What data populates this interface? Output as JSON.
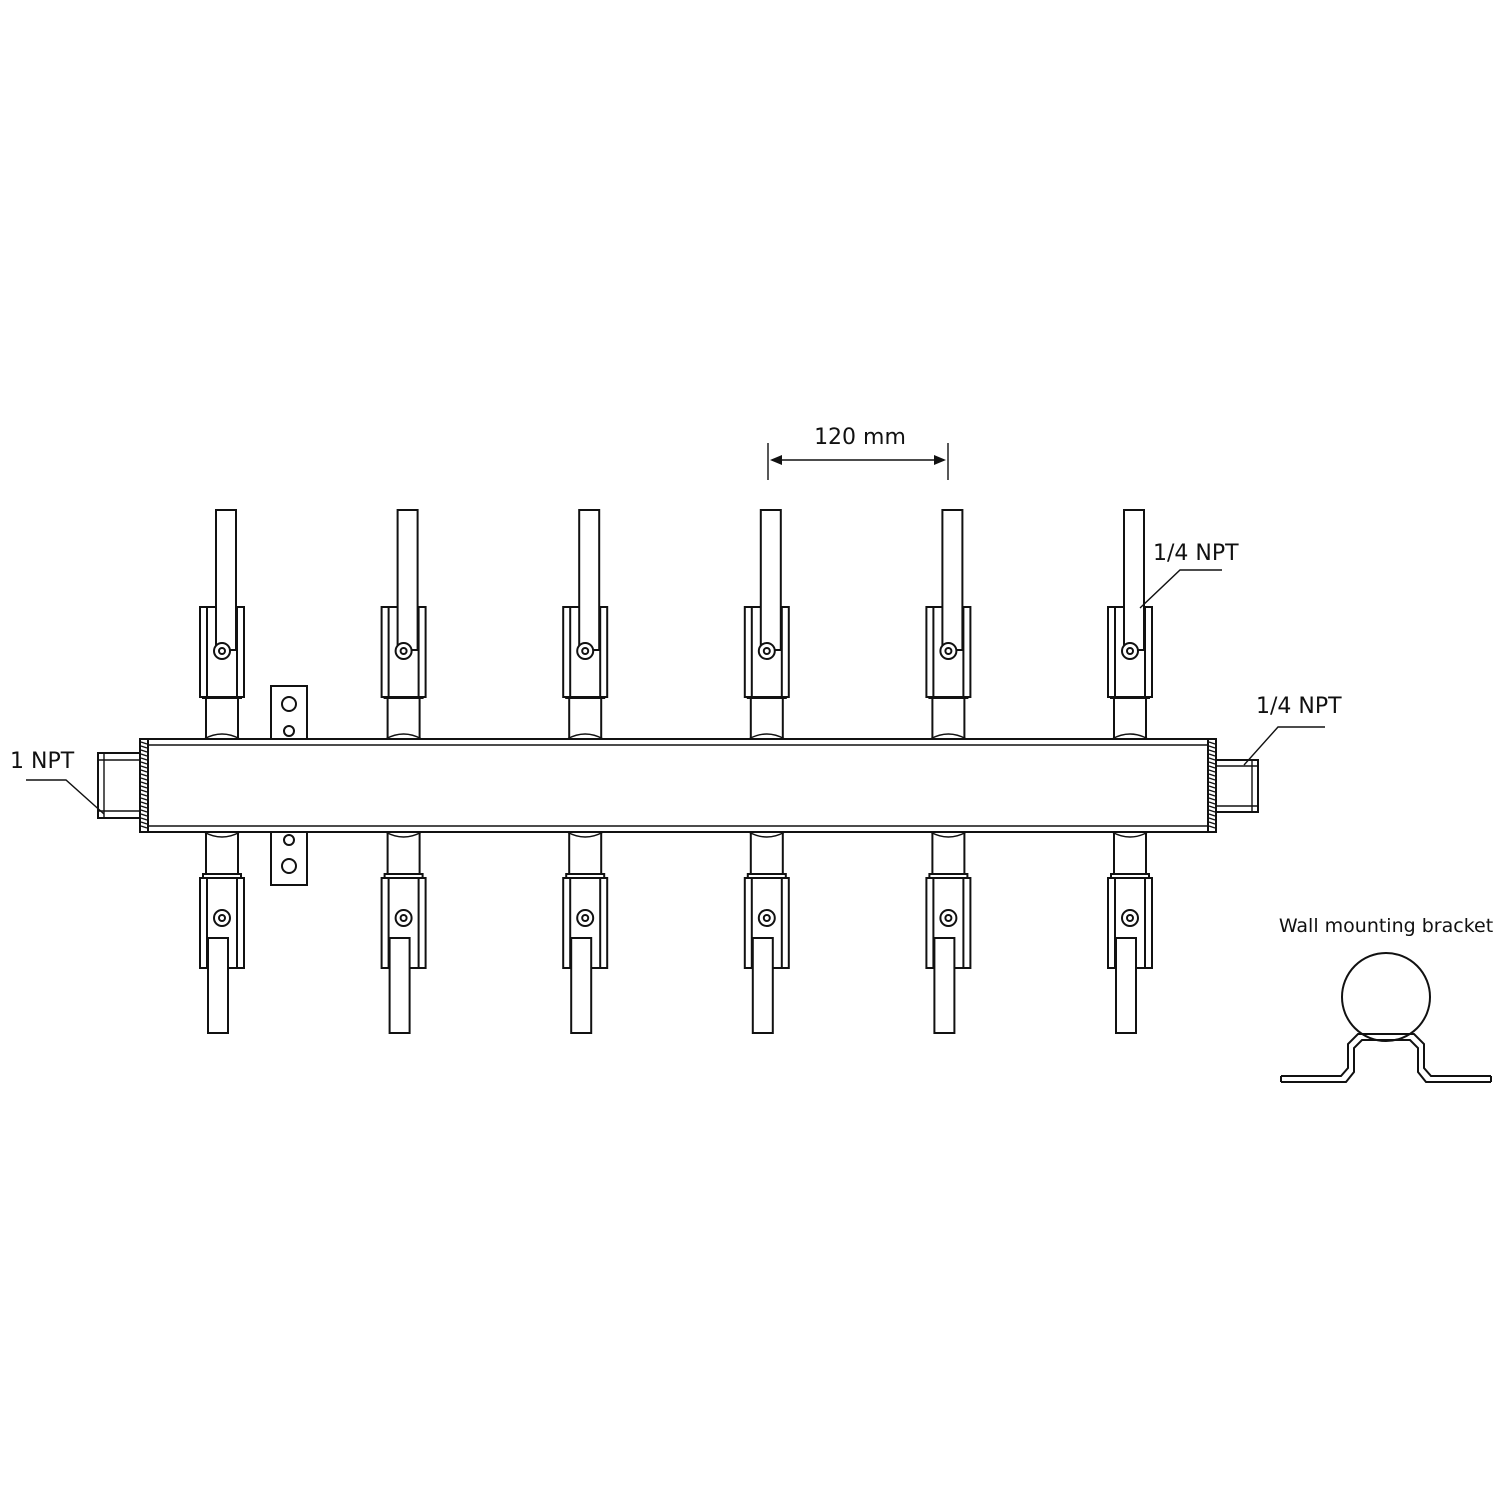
{
  "labels": {
    "spacing": "120 mm",
    "outlet_port": "1/4 NPT",
    "end_port": "1/4 NPT",
    "inlet_port": "1 NPT",
    "bracket_title": "Wall mounting bracket"
  },
  "outlets": {
    "per_side": 6,
    "sides": [
      "top",
      "bottom"
    ]
  }
}
